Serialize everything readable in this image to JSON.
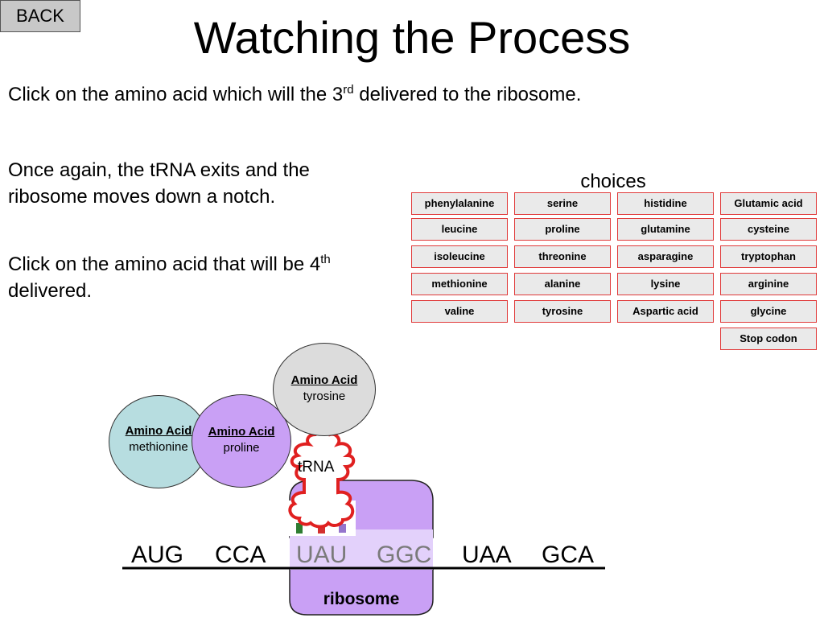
{
  "nav": {
    "back_label": "BACK"
  },
  "title": "Watching the Process",
  "instruction": {
    "line1_prefix": "Click on the amino acid which will the 3",
    "line1_sup": "rd",
    "line1_suffix": " delivered to the ribosome.",
    "line2a": "Once again, the tRNA exits and the",
    "line2b": "ribosome moves down a notch.",
    "line3_prefix": "Click on the amino acid that will be 4",
    "line3_sup": "th",
    "line3b": "delivered."
  },
  "choices_label": "choices",
  "choices": [
    [
      "phenylalanine",
      "serine",
      "histidine",
      "Glutamic acid"
    ],
    [
      "leucine",
      "proline",
      "glutamine",
      "cysteine"
    ],
    [
      "isoleucine",
      "threonine",
      "asparagine",
      "tryptophan"
    ],
    [
      "methionine",
      "alanine",
      "lysine",
      "arginine"
    ],
    [
      "valine",
      "tyrosine",
      "Aspartic acid",
      "glycine"
    ],
    [
      "",
      "",
      "",
      "Stop codon"
    ]
  ],
  "diagram": {
    "amino_header": "Amino Acid",
    "amino1": "methionine",
    "amino2": "proline",
    "amino3": "tyrosine",
    "trna_label": "tRNA",
    "ribosome_label": "ribosome",
    "codons": [
      "AUG",
      "CCA",
      "UAU",
      "GGC",
      "UAA",
      "GCA"
    ],
    "colors": {
      "methionine_fill": "#b7dde0",
      "proline_fill": "#c9a0f5",
      "tyrosine_fill": "#dcdcdc",
      "ribosome_fill": "#c9a0f5",
      "trna_outline": "#e02020"
    }
  }
}
